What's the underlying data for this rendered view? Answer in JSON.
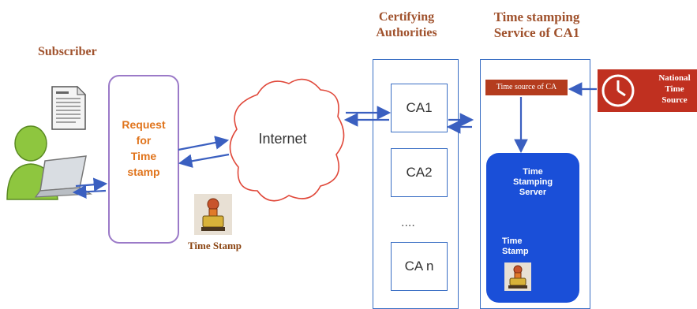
{
  "headers": {
    "subscriber": "Subscriber",
    "certifying": "Certifying\nAuthorities",
    "tss": "Time stamping\nService of CA1"
  },
  "request_box": {
    "label": "Request\nfor\nTime\nstamp"
  },
  "cloud": {
    "label": "Internet"
  },
  "time_stamp_caption": "Time Stamp",
  "ca_list": [
    "CA1",
    "CA2",
    "....",
    "CA n"
  ],
  "time_source": "Time source of CA",
  "national_source": "National\nTime\nSource",
  "server": {
    "title": "Time\nStamping\nServer",
    "stamp": "Time\nStamp"
  },
  "colors": {
    "header_brown": "#a0522d",
    "request_orange": "#e0741c",
    "ca_border": "#3a6fc4",
    "server_blue": "#1a4fd8",
    "time_source_red": "#b43c1e",
    "national_red": "#c03020",
    "arrow_blue": "#3a5fc0"
  },
  "icons": [
    "document-icon",
    "user-laptop-icon",
    "stamp-icon",
    "clock-icon",
    "cloud-icon"
  ]
}
